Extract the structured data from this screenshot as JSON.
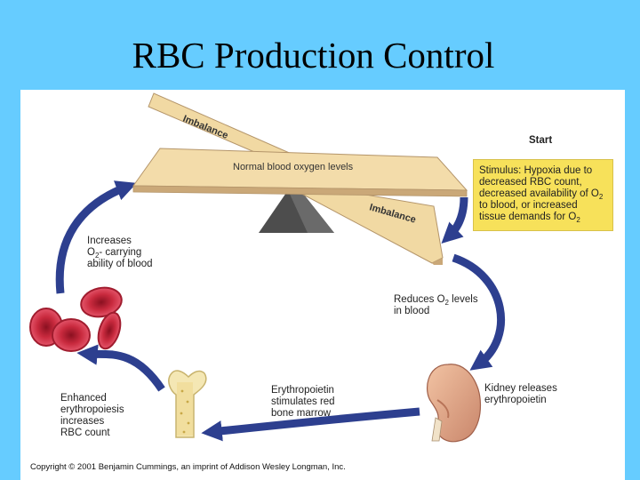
{
  "slide": {
    "title": "RBC Production Control"
  },
  "seesaw": {
    "top_plank_label": "Imbalance",
    "center_plank_label": "Normal blood oxygen levels",
    "bottom_plank_label": "Imbalance"
  },
  "stimulus": {
    "start_label": "Start",
    "lines": [
      "Stimulus: Hypoxia due to",
      "decreased RBC count,",
      "decreased availability of  O",
      "2",
      "to blood, or increased",
      "tissue demands for O",
      "2"
    ]
  },
  "steps": {
    "reduces_o2": {
      "line1_pre": "Reduces O",
      "line1_sub": "2",
      "line1_post": " levels",
      "line2": "in blood"
    },
    "kidney": {
      "line1": "Kidney releases",
      "line2": "erythropoietin"
    },
    "epo": {
      "line1": "Erythropoietin",
      "line2": "stimulates red",
      "line3": "bone marrow"
    },
    "enhanced": {
      "line1": "Enhanced",
      "line2": "erythropoiesis",
      "line3": "increases",
      "line4": "RBC count"
    },
    "increases": {
      "line1": "Increases",
      "line2_pre": "O",
      "line2_sub": "2",
      "line2_post": "- carrying",
      "line3": "ability of blood"
    }
  },
  "footer": {
    "copyright": "Copyright © 2001 Benjamin Cummings, an imprint of Addison Wesley Longman, Inc."
  },
  "colors": {
    "background": "#66ccff",
    "arrow": "#2d3f8f",
    "plank": "#f1d9a3",
    "stimulus_box": "#f7e15a",
    "rbc": "#c0283a"
  }
}
